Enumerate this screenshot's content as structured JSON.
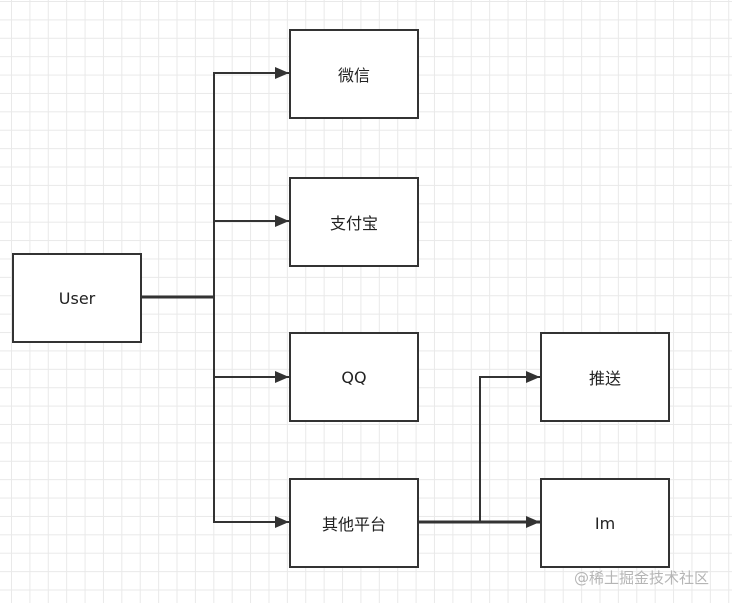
{
  "nodes": {
    "user": "User",
    "wechat": "微信",
    "alipay": "支付宝",
    "qq": "QQ",
    "other_platform": "其他平台",
    "push": "推送",
    "im": "Im"
  },
  "watermark": "@稀土掘金技术社区",
  "colors": {
    "stroke": "#333333",
    "node_fill": "#ffffff",
    "grid": "#e9e9e9",
    "watermark": "#b5b5b5"
  }
}
